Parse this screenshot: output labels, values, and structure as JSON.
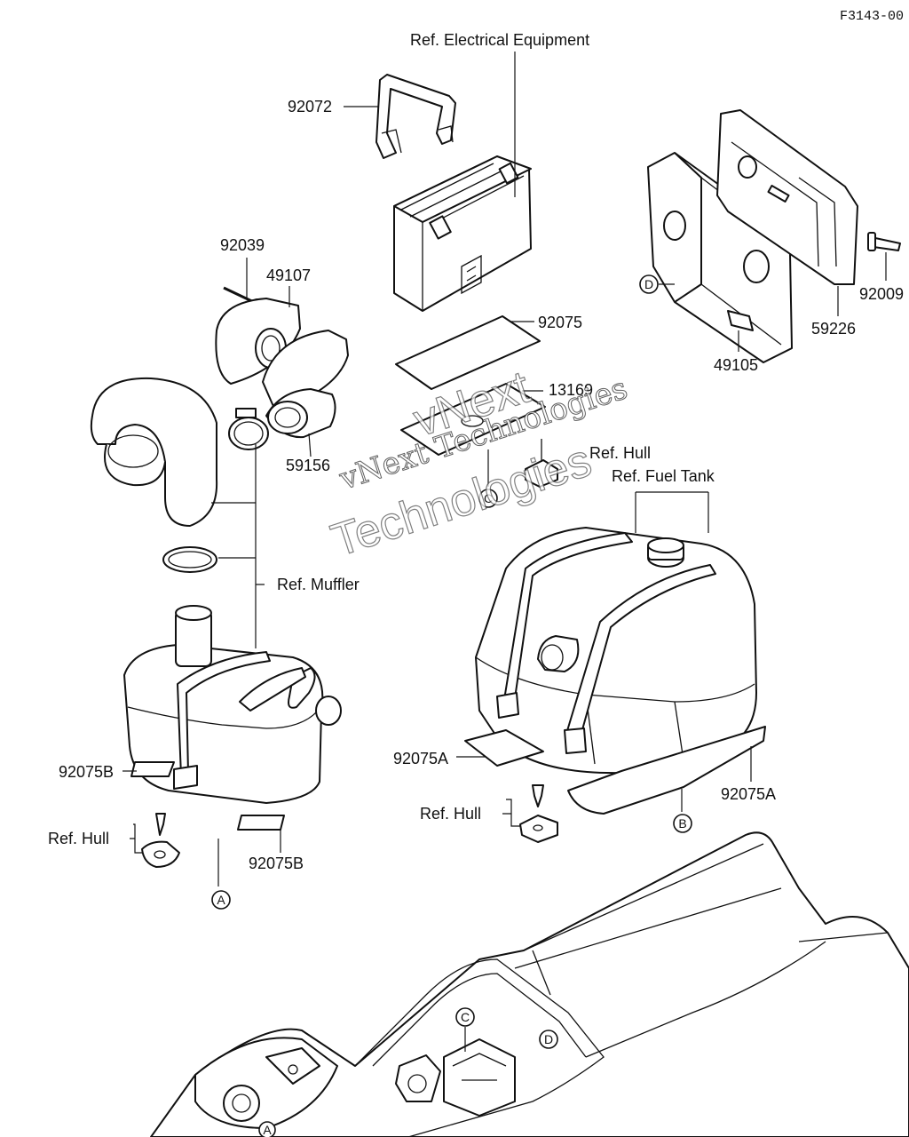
{
  "doc_code": "F3143-00",
  "labels": {
    "ref_electrical": "Ref. Electrical Equipment",
    "p92072": "92072",
    "p92039": "92039",
    "p49107": "49107",
    "p92075": "92075",
    "p13169": "13169",
    "ref_hull_top": "Ref. Hull",
    "ref_fuel_tank": "Ref. Fuel Tank",
    "p59156": "59156",
    "ref_muffler": "Ref. Muffler",
    "p92009": "92009",
    "p59226": "59226",
    "p49105": "49105",
    "p92075B_left": "92075B",
    "p92075B_bottom": "92075B",
    "ref_hull_left": "Ref. Hull",
    "p92075A_left": "92075A",
    "p92075A_right": "92075A",
    "ref_hull_mid": "Ref. Hull"
  },
  "markers": {
    "A": "A",
    "B": "B",
    "C": "C",
    "D": "D"
  },
  "watermark": {
    "line1": "vNext Technologies",
    "line2a": "vNext",
    "line2b": "Technologies"
  }
}
